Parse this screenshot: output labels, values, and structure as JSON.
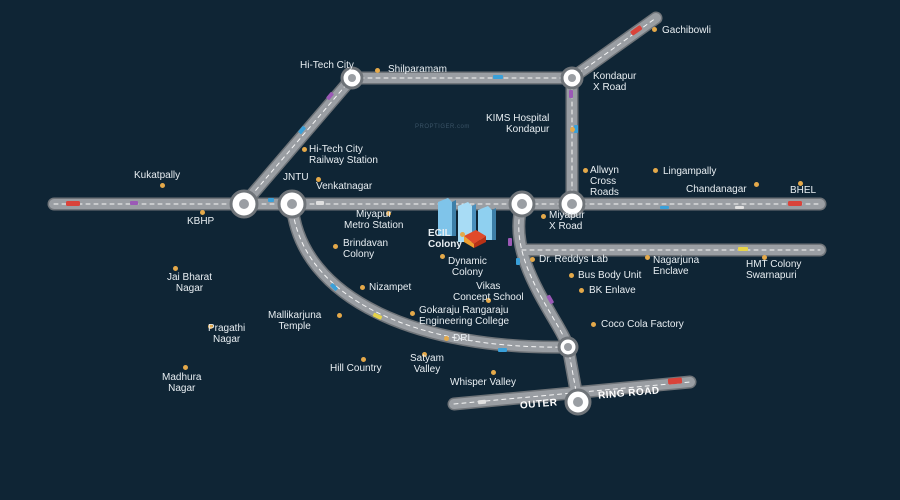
{
  "watermark": "PROPTIGER.com",
  "project_name": "ECIL\nColony",
  "outer_ring_road": {
    "part1": "OUTER",
    "part2": "RING ROAD"
  },
  "labels": {
    "gachibowli": "Gachibowli",
    "hitech_city": "Hi-Tech City",
    "shilparamam": "Shilparamam",
    "kondapur_x_road": "Kondapur\nX Road",
    "kims_hospital": "KIMS Hospital\nKondapur",
    "hitech_railway": "Hi-Tech City\nRailway Station",
    "kukatpally": "Kukatpally",
    "jntu": "JNTU",
    "venkatnagar": "Venkatnagar",
    "allwyn_cross": "Allwyn\nCross\nRoads",
    "lingampally": "Lingampally",
    "chandanagar": "Chandanagar",
    "bhel": "BHEL",
    "kbhp": "KBHP",
    "miyapur_metro": "Miyapur\nMetro Station",
    "miyapur_x_road": "Miyapur\nX Road",
    "brindavan": "Brindavan\nColony",
    "dynamic_colony": "Dynamic\nColony",
    "dr_reddys": "Dr. Reddys Lab",
    "nagarjuna": "Nagarjuna\nEnclave",
    "hmt_colony": "HMT Colony\nSwarnapuri",
    "jai_bharat": "Jai Bharat\nNagar",
    "nizampet": "Nizampet",
    "bus_body": "Bus Body Unit",
    "bk_enlave": "BK Enlave",
    "vikas": "Vikas\nConcept School",
    "mallikarjuna": "Mallikarjuna\nTemple",
    "gokaraju": "Gokaraju Rangaraju\nEngineering College",
    "coco_cola": "Coco Cola Factory",
    "pragathi": "Pragathi\nNagar",
    "drl": "DRL",
    "hill_country": "Hill Country",
    "satyam_valley": "Satyam\nValley",
    "madhura": "Madhura\nNagar",
    "whisper_valley": "Whisper Valley"
  },
  "colors": {
    "background": "#0f2535",
    "road": "#9a9ea3",
    "road_edge": "#6f7479",
    "lane_marking": "#ffffff",
    "junction": "#ffffff",
    "landmark_dot": "#e4a94a",
    "label_text": "#e8eef2"
  }
}
